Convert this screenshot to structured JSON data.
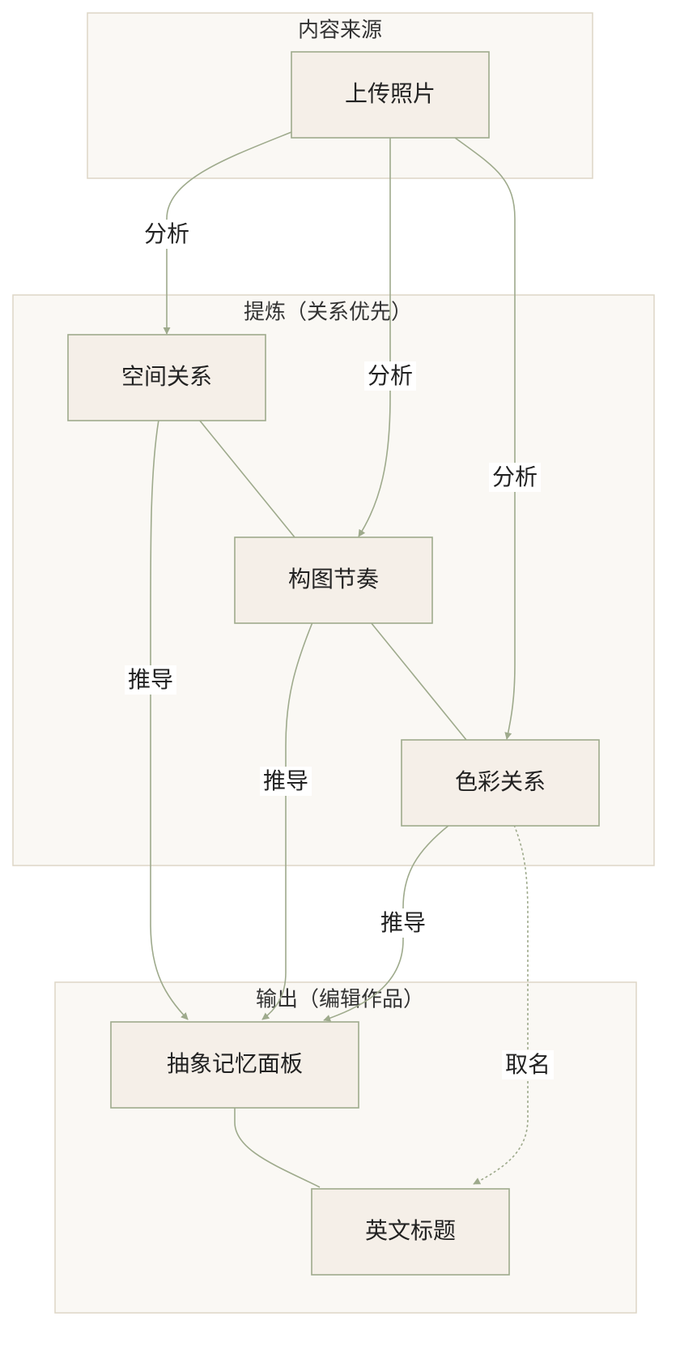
{
  "clusters": {
    "source": {
      "label": "内容来源"
    },
    "refine": {
      "label": "提炼（关系优先）"
    },
    "output": {
      "label": "输出（编辑作品）"
    }
  },
  "nodes": {
    "upload": "上传照片",
    "spatial": "空间关系",
    "rhythm": "构图节奏",
    "color": "色彩关系",
    "panel": "抽象记忆面板",
    "title": "英文标题"
  },
  "edges": {
    "upload_spatial": "分析",
    "upload_rhythm": "分析",
    "upload_color": "分析",
    "spatial_panel": "推导",
    "rhythm_panel": "推导",
    "color_panel": "推导",
    "color_title": "取名"
  },
  "colors": {
    "cluster_fill": "#faf8f4",
    "cluster_stroke": "#ddd6c6",
    "node_fill": "#f5efe8",
    "node_stroke": "#9eaa8c",
    "edge": "#9eaa8c"
  }
}
